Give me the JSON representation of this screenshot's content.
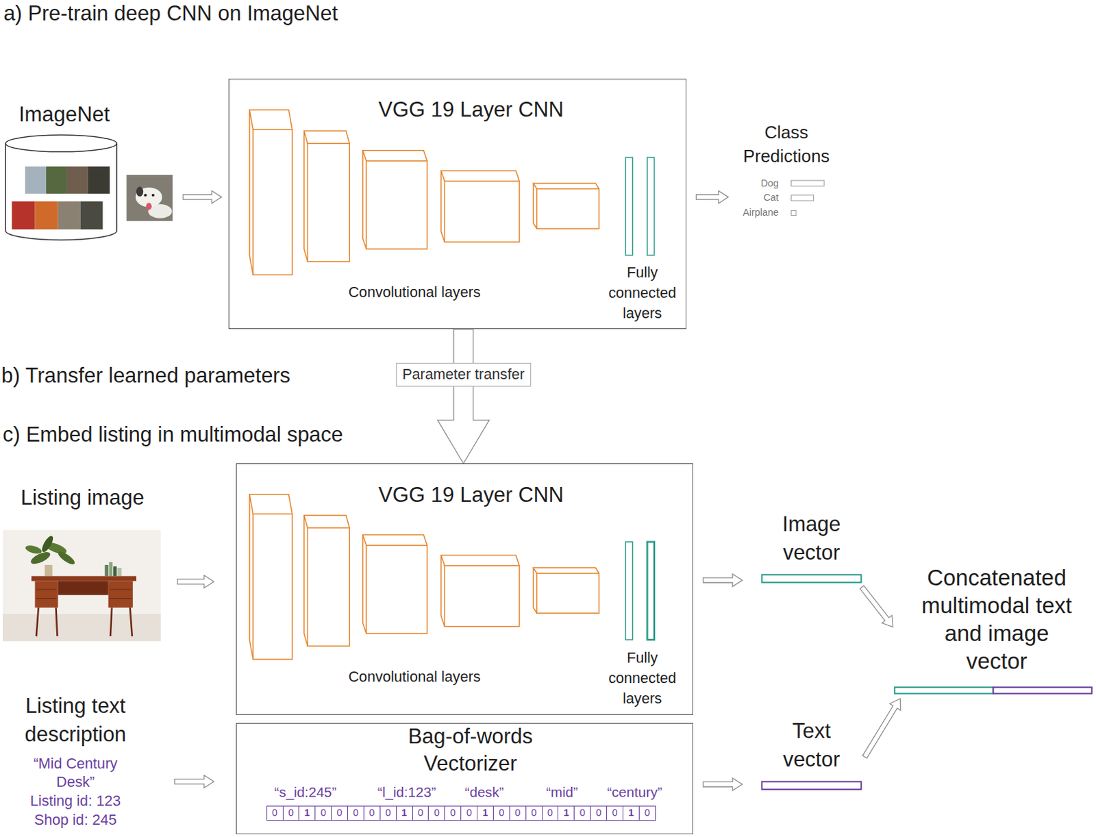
{
  "diagram": {
    "nodes": [
      {
        "text": [
          "ImageNet"
        ]
      },
      {
        "text": [
          "VGG 19 Layer CNN",
          "Convolutional layers",
          "Fully connected layers"
        ]
      },
      {
        "text": [
          "Class Predictions",
          "Dog",
          "Cat",
          "Airplane"
        ]
      },
      {
        "text": [
          "Listing image"
        ]
      },
      {
        "text": [
          "VGG 19 Layer CNN",
          "Convolutional layers",
          "Fully connected layers"
        ]
      },
      {
        "text": [
          "Image vector"
        ]
      },
      {
        "text": [
          "Concatenated multimodal text and image vector"
        ]
      },
      {
        "text": [
          "Listing text description",
          "“Mid Century Desk”",
          "Listing id: 123",
          "Shop id: 245"
        ]
      },
      {
        "text": [
          "Bag-of-words Vectorizer"
        ]
      },
      {
        "text": [
          "Text vector"
        ]
      }
    ],
    "edges": [
      {
        "from": 0,
        "to": 1,
        "arrow": "to"
      },
      {
        "from": 1,
        "to": 2,
        "arrow": "to"
      },
      {
        "from": 1,
        "to": 4,
        "label": "Parameter transfer",
        "arrow": "to"
      },
      {
        "from": 3,
        "to": 4,
        "arrow": "to"
      },
      {
        "from": 4,
        "to": 5,
        "arrow": "to"
      },
      {
        "from": 5,
        "to": 6,
        "arrow": "to"
      },
      {
        "from": 9,
        "to": 6,
        "arrow": "to"
      },
      {
        "from": 7,
        "to": 8,
        "arrow": "to"
      },
      {
        "from": 8,
        "to": 9,
        "arrow": "to"
      }
    ],
    "labels": [
      "a) Pre-train deep CNN on ImageNet",
      "b) Transfer learned parameters",
      "c) Embed listing in multimodal space",
      "“s_id:245”",
      "“l_id:123”",
      "“desk”",
      "“mid”",
      "“century”",
      "0",
      "0",
      "1",
      "0",
      "0",
      "0",
      "0",
      "0",
      "1",
      "0",
      "0",
      "0",
      "0",
      "1",
      "0",
      "0",
      "0",
      "0",
      "1",
      "0",
      "0",
      "0",
      "1",
      "0"
    ]
  }
}
